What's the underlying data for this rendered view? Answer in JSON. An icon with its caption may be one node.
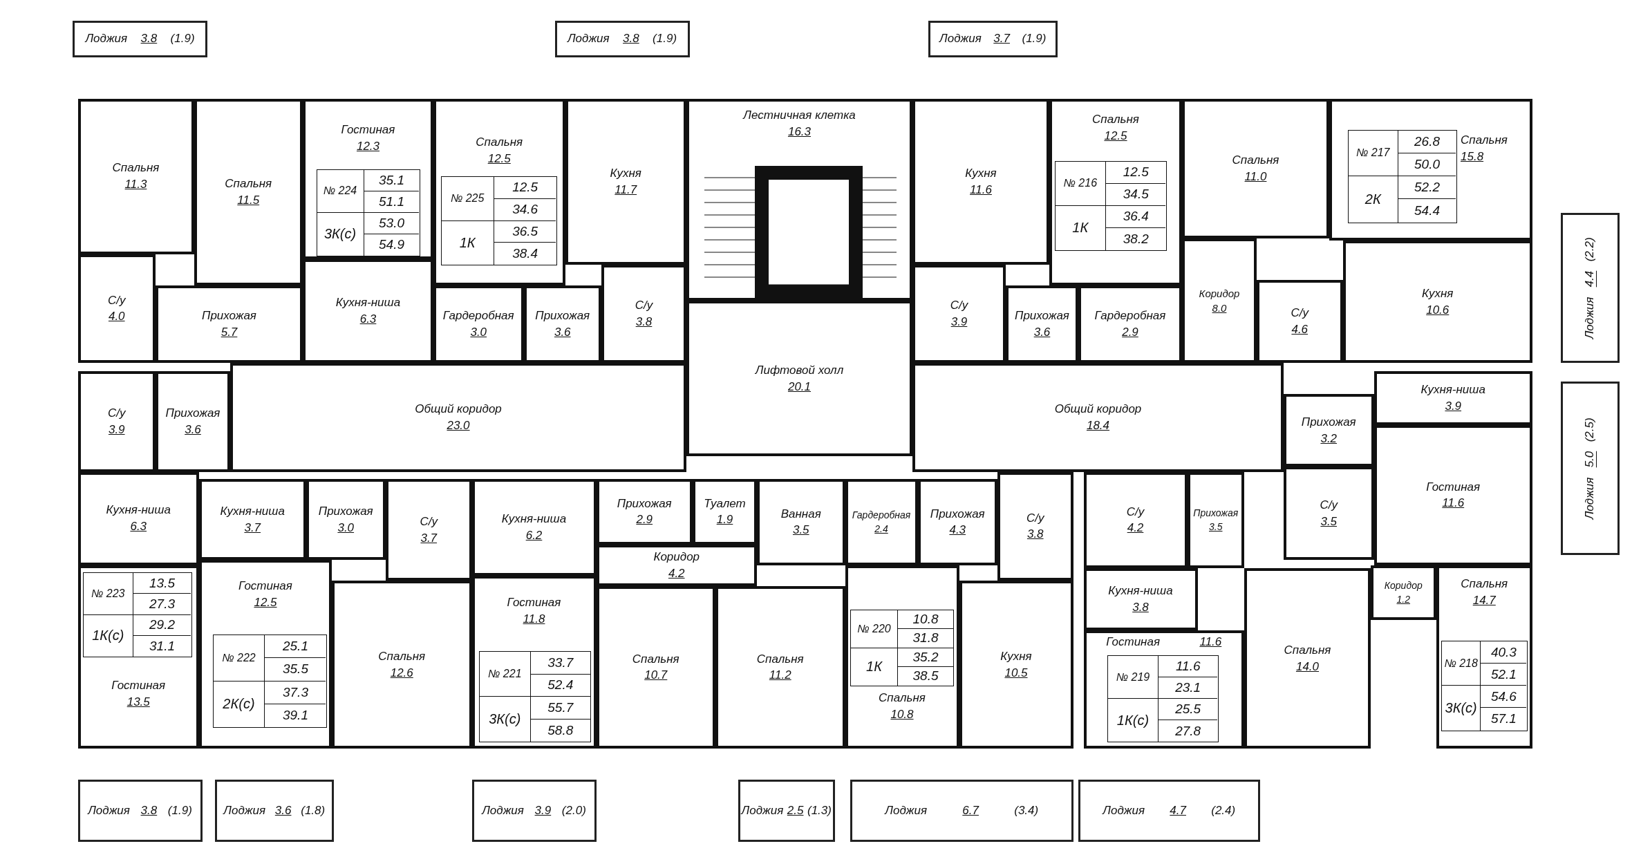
{
  "diagram": {
    "nodes": [
      {
        "text": [
          "Лоджия",
          "3.8",
          "(1.9)"
        ]
      },
      {
        "text": [
          "Лоджия",
          "3.8",
          "(1.9)"
        ]
      },
      {
        "text": [
          "Лоджия",
          "3.7",
          "(1.9)"
        ]
      },
      {
        "text": [
          "Спальня",
          "11.3"
        ]
      },
      {
        "text": [
          "Спальня",
          "11.5"
        ]
      },
      {
        "text": [
          "Гостиная",
          "12.3"
        ]
      },
      {
        "text": [
          "№ 224",
          "3К(с)",
          "35.1",
          "51.1",
          "53.0",
          "54.9"
        ],
        "in": 5
      },
      {
        "text": [
          "Спальня",
          "12.5"
        ]
      },
      {
        "text": [
          "№ 225",
          "1К",
          "12.5",
          "34.6",
          "36.5",
          "38.4"
        ],
        "in": 7
      },
      {
        "text": [
          "Кухня",
          "11.7"
        ]
      },
      {
        "text": [
          "Лестничная клетка",
          "16.3"
        ]
      },
      {
        "text": [
          "Кухня",
          "11.6"
        ]
      },
      {
        "text": [
          "Спальня",
          "12.5"
        ]
      },
      {
        "text": [
          "№ 216",
          "1К",
          "12.5",
          "34.5",
          "36.4",
          "38.2"
        ],
        "in": 12
      },
      {
        "text": [
          "Спальня",
          "11.0"
        ]
      },
      {
        "text": [
          "Спальня",
          "15.8"
        ]
      },
      {
        "text": [
          "№ 217",
          "2К",
          "26.8",
          "50.0",
          "52.2",
          "54.4"
        ],
        "in": 15
      },
      {
        "text": [
          "Коридор",
          "8.0"
        ]
      },
      {
        "text": [
          "Кухня",
          "10.6"
        ]
      },
      {
        "text": [
          "Лоджия",
          "4.4",
          "(2.2)"
        ]
      },
      {
        "text": [
          "С/у",
          "4.0"
        ]
      },
      {
        "text": [
          "Прихожая",
          "5.7"
        ]
      },
      {
        "text": [
          "Кухня-ниша",
          "6.3"
        ]
      },
      {
        "text": [
          "Гардеробная",
          "3.0"
        ]
      },
      {
        "text": [
          "Прихожая",
          "3.6"
        ]
      },
      {
        "text": [
          "С/у",
          "3.8"
        ]
      },
      {
        "text": [
          "С/у",
          "3.9"
        ]
      },
      {
        "text": [
          "Прихожая",
          "3.6"
        ]
      },
      {
        "text": [
          "Гардеробная",
          "2.9"
        ]
      },
      {
        "text": [
          "С/у",
          "4.6"
        ]
      },
      {
        "text": [
          "Лифтовой холл",
          "20.1"
        ]
      },
      {
        "text": [
          "С/у",
          "3.9"
        ]
      },
      {
        "text": [
          "Прихожая",
          "3.6"
        ]
      },
      {
        "text": [
          "Общий коридор",
          "23.0"
        ]
      },
      {
        "text": [
          "Общий коридор",
          "18.4"
        ]
      },
      {
        "text": [
          "Кухня-ниша",
          "3.9"
        ]
      },
      {
        "text": [
          "Прихожая",
          "3.2"
        ]
      },
      {
        "text": [
          "Гостиная",
          "11.6"
        ]
      },
      {
        "text": [
          "Лоджия",
          "5.0",
          "(2.5)"
        ]
      },
      {
        "text": [
          "Кухня-ниша",
          "6.3"
        ]
      },
      {
        "text": [
          "Кухня-ниша",
          "3.7"
        ]
      },
      {
        "text": [
          "Прихожая",
          "3.0"
        ]
      },
      {
        "text": [
          "С/у",
          "3.7"
        ]
      },
      {
        "text": [
          "Кухня-ниша",
          "6.2"
        ]
      },
      {
        "text": [
          "Прихожая",
          "2.9"
        ]
      },
      {
        "text": [
          "Туалет",
          "1.9"
        ]
      },
      {
        "text": [
          "Ванная",
          "3.5"
        ]
      },
      {
        "text": [
          "Гардеробная",
          "2.4"
        ]
      },
      {
        "text": [
          "Прихожая",
          "4.3"
        ]
      },
      {
        "text": [
          "С/у",
          "3.8"
        ]
      },
      {
        "text": [
          "С/у",
          "4.2"
        ]
      },
      {
        "text": [
          "Прихожая",
          "3.5"
        ]
      },
      {
        "text": [
          "С/у",
          "3.5"
        ]
      },
      {
        "text": [
          "Коридор",
          "4.2"
        ]
      },
      {
        "text": [
          "Кухня-ниша",
          "3.8"
        ]
      },
      {
        "text": [
          "Гостиная",
          "13.5"
        ]
      },
      {
        "text": [
          "№ 223",
          "1К(с)",
          "13.5",
          "27.3",
          "29.2",
          "31.1"
        ],
        "in": 55
      },
      {
        "text": [
          "Гостиная",
          "12.5"
        ]
      },
      {
        "text": [
          "№ 222",
          "2К(с)",
          "25.1",
          "35.5",
          "37.3",
          "39.1"
        ],
        "in": 57
      },
      {
        "text": [
          "Спальня",
          "12.6"
        ]
      },
      {
        "text": [
          "Гостиная",
          "11.8"
        ]
      },
      {
        "text": [
          "№ 221",
          "3К(с)",
          "33.7",
          "52.4",
          "55.7",
          "58.8"
        ],
        "in": 60
      },
      {
        "text": [
          "Спальня",
          "10.7"
        ]
      },
      {
        "text": [
          "Спальня",
          "11.2"
        ]
      },
      {
        "text": [
          "Спальня",
          "10.8"
        ]
      },
      {
        "text": [
          "№ 220",
          "1К",
          "10.8",
          "31.8",
          "35.2",
          "38.5"
        ],
        "in": 64
      },
      {
        "text": [
          "Кухня",
          "10.5"
        ]
      },
      {
        "text": [
          "Гостиная",
          "11.6"
        ]
      },
      {
        "text": [
          "№ 219",
          "1К(с)",
          "11.6",
          "23.1",
          "25.5",
          "27.8"
        ],
        "in": 67
      },
      {
        "text": [
          "Спальня",
          "14.0"
        ]
      },
      {
        "text": [
          "Коридор",
          "1.2"
        ]
      },
      {
        "text": [
          "Спальня",
          "14.7"
        ]
      },
      {
        "text": [
          "№ 218",
          "3К(с)",
          "40.3",
          "52.1",
          "54.6",
          "57.1"
        ],
        "in": 71
      },
      {
        "text": [
          "Лоджия",
          "3.8",
          "(1.9)"
        ]
      },
      {
        "text": [
          "Лоджия",
          "3.6",
          "(1.8)"
        ]
      },
      {
        "text": [
          "Лоджия",
          "3.9",
          "(2.0)"
        ]
      },
      {
        "text": [
          "Лоджия",
          "2.5",
          "(1.3)"
        ]
      },
      {
        "text": [
          "Лоджия",
          "6.7",
          "(3.4)"
        ]
      },
      {
        "text": [
          "Лоджия",
          "4.7",
          "(2.4)"
        ]
      }
    ]
  }
}
